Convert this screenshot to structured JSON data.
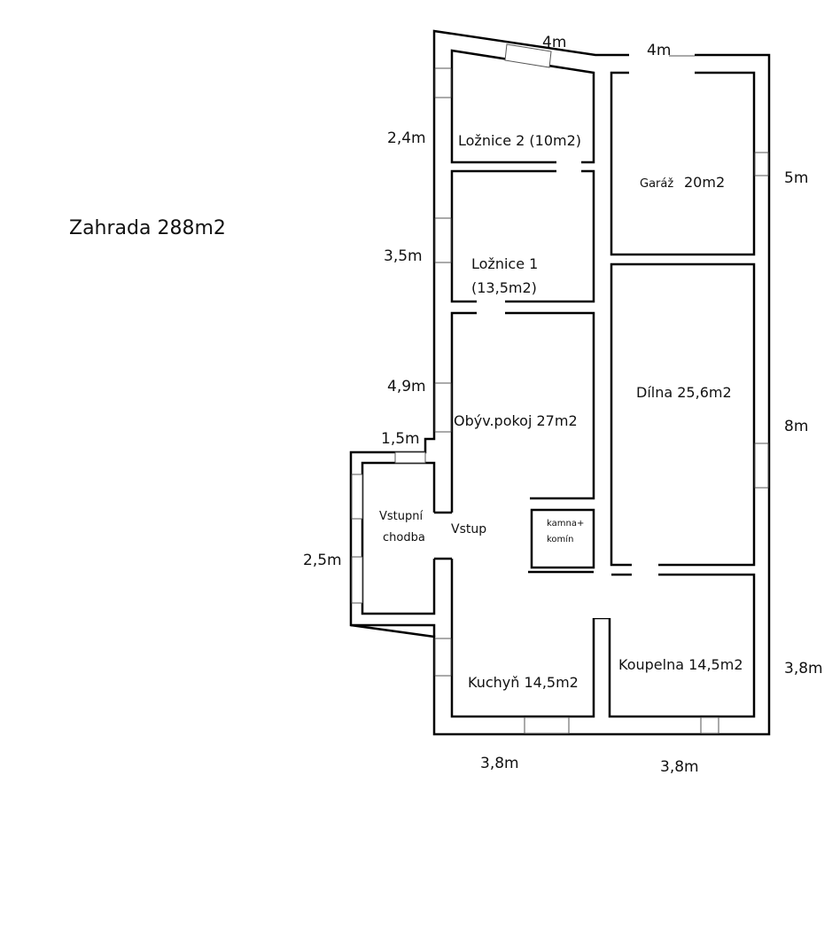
{
  "garden": "Zahrada 288m2",
  "rooms": {
    "loznice2": "Ložnice 2 (10m2)",
    "loznice1_line1": "Ložnice 1",
    "loznice1_line2": "(13,5m2)",
    "garaz_name": "Garáž",
    "garaz_area": "20m2",
    "obyvak": "Obýv.pokoj 27m2",
    "dilna": "Dílna 25,6m2",
    "vstupni_line1": "Vstupní",
    "vstupni_line2": "chodba",
    "vstup": "Vstup",
    "kamna_line1": "kamna+",
    "kamna_line2": "komín",
    "kuchyn": "Kuchyň 14,5m2",
    "koupelna": "Koupelna 14,5m2"
  },
  "dimensions": {
    "top_left": "4m",
    "top_right": "4m",
    "left_loznice2": "2,4m",
    "left_loznice1": "3,5m",
    "left_obyvak": "4,9m",
    "vestibule_top": "1,5m",
    "vestibule_left": "2,5m",
    "right_garaz": "5m",
    "right_dilna": "8m",
    "right_koupelna": "3,8m",
    "bottom_left": "3,8m",
    "bottom_right": "3,8m"
  }
}
